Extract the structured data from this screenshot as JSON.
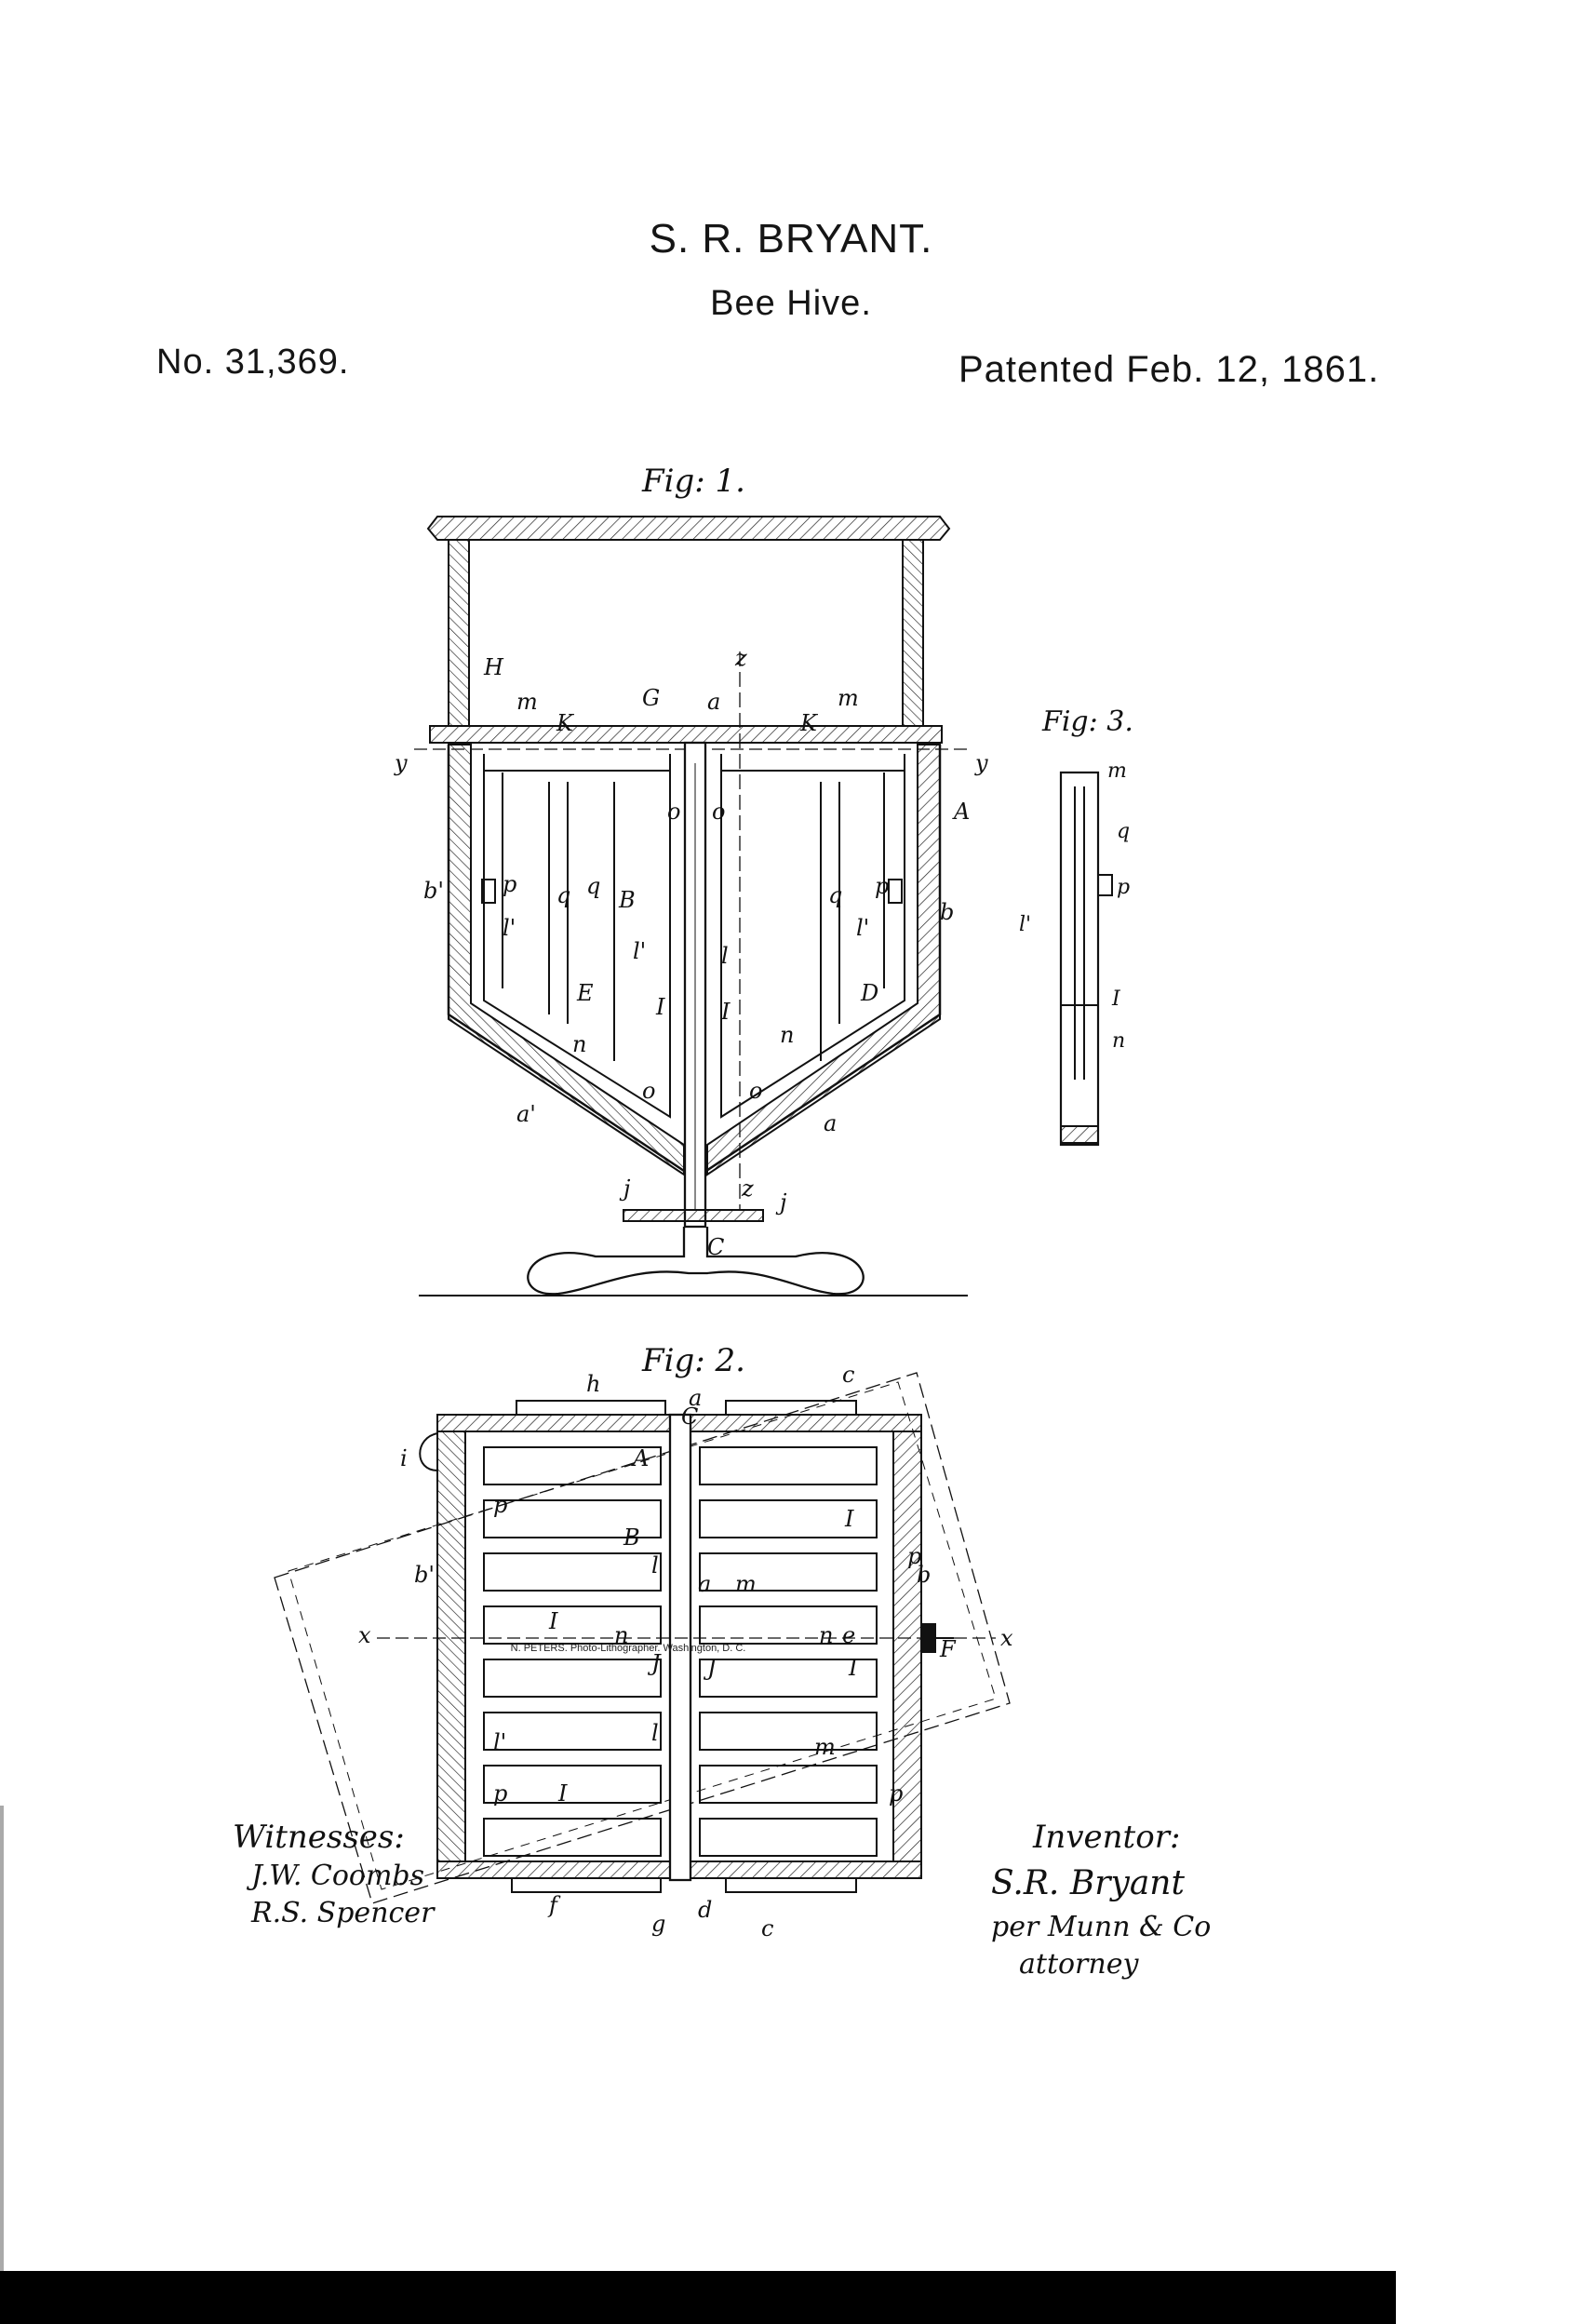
{
  "header": {
    "inventor": "S. R. BRYANT.",
    "title": "Bee Hive.",
    "number": "No. 31,369.",
    "date": "Patented Feb. 12, 1861."
  },
  "figures": {
    "fig1": "Fig: 1.",
    "fig2": "Fig: 2.",
    "fig3": "Fig: 3."
  },
  "witnesses": {
    "label": "Witnesses:",
    "names": [
      "J.W. Coombs",
      "R.S. Spencer"
    ]
  },
  "inventor_block": {
    "label": "Inventor:",
    "signature": "S.R. Bryant",
    "agent": "per Munn & Co",
    "attorney": "attorney"
  },
  "footer": {
    "credit": "N. PETERS. Photo-Lithographer. Washington, D. C."
  }
}
